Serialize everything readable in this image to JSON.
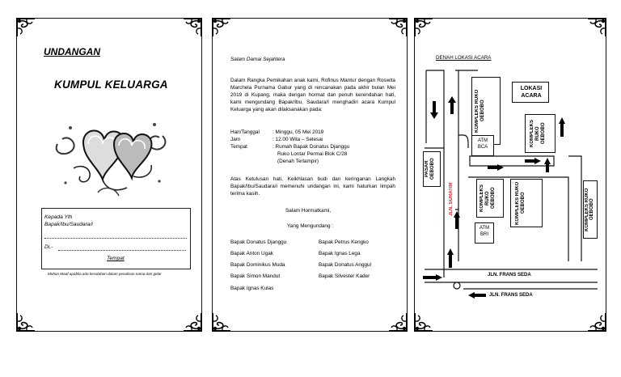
{
  "cover": {
    "undangan": "UNDANGAN",
    "kumpul": "KUMPUL KELUARGA",
    "kepada": "Kepada Yth",
    "bapak_ibu": "Bapak/Ibu/Saudara/i",
    "di": "Di,-",
    "tempat": "Tempat",
    "note": "Mohon Maaf apabila ada kesalahan dalam penulisan nama dan gelar"
  },
  "letter": {
    "salam": "Salam Damai Sejahtera",
    "paragraph1": "Dalam Rangka Pemikahan anak kami, Rofinus Mantur dengan Roswita Marchela Purnama Gabur yang di rencanakan pada akhir bulan Mei 2019 di Kupang, maka dengan hormat dan penuh kerendahan hati, kami mengundang Bapak/Ibu, Saudara/I menghadiri acara Kumpul Keluarga yang akan dilaksanakan pada:",
    "details": [
      {
        "label": "Hari/Tanggal",
        "value": ": Minggu, 05 Mei 2019"
      },
      {
        "label": "Jam",
        "value": ": 12.00 Wita – Selesai"
      },
      {
        "label": "Tempat",
        "value": ": Rumah Bapak Donatus Djanggu"
      },
      {
        "label": "",
        "value": "Ruko Lontar Permai Blok C/28"
      },
      {
        "label": "",
        "value": "(Denah Terlampir)"
      }
    ],
    "paragraph2": "Atas Ketulusan hati, Keikhlasan budi dan keringanan Langkah Bapak/Ibu/Saudara/i memenuhi undangan ini, kami haturkan limpah terima kasih.",
    "closing1": "Salam Hormatkami,",
    "closing2": "Yang Mengundang :",
    "hosts_left": [
      "Bapak Donatus Djanggu",
      "Bapak Anton Ugak",
      "Bapak Dominikus Muda",
      "Bapak Simon Mandut",
      "Bapak Ignas Kulas"
    ],
    "hosts_right": [
      "Bapak Petrus Kengko",
      "Bapak Ignas Lega",
      "Bapak Donatus Anggul",
      "Bapak Silvester Kader"
    ]
  },
  "map": {
    "title": "DENAH LOKASI ACARA",
    "lokasi": "LOKASI ACARA",
    "kompleks_ruko_oebobo": "KOMPLEKS RUKO OEBOBO",
    "kompleks_ruko_oebobo_b": "KOMPLEKS RUKO OEBOBO",
    "kompleks_ruko_oebobo_c": "KOMPLEKS RUKO OEBOBO",
    "kompleks_ruko_oebobo_d": "KOMPLEKS RUKO OEBOBO",
    "kompleks_ruko_oebobo_e": "KOMPLEKS RUKO OEBOBO",
    "atm_bca": "ATM BCA",
    "atm_bri": "ATM BRI",
    "pasar": "PASAR OEBOBO",
    "jln_suratim": "JLN. SURATIM",
    "jln_frans1": "JLN. FRANS SEDA",
    "jln_frans2": "JLN. FRANS SEDA",
    "accent_red": "#e0202a"
  }
}
